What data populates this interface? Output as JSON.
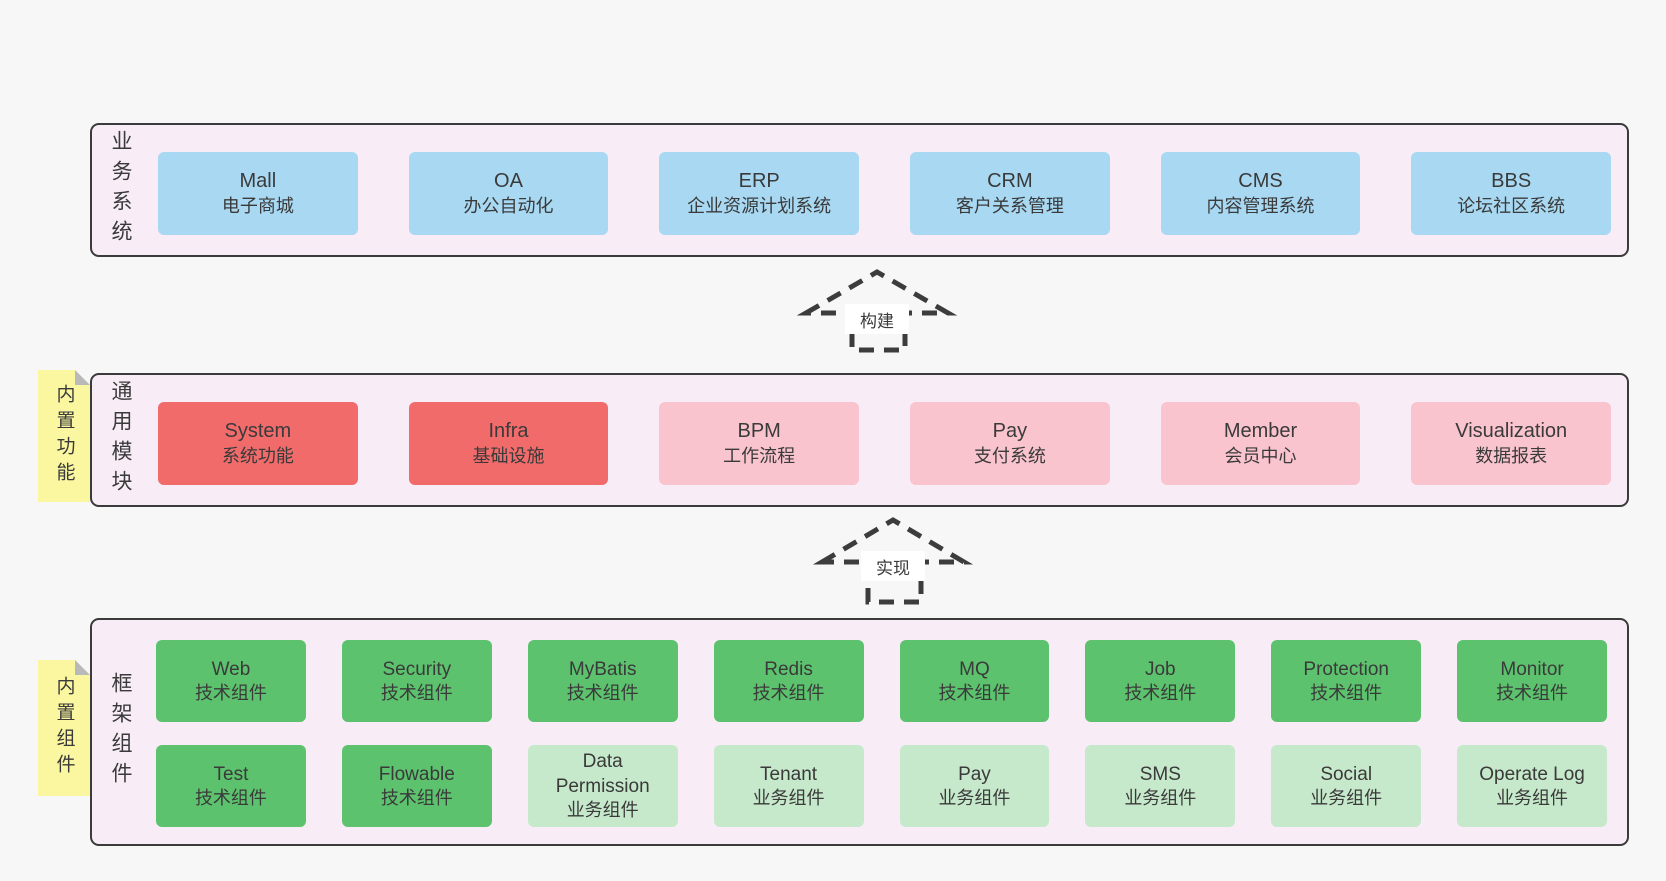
{
  "colors": {
    "page_bg": "#f7f7f7",
    "panel_bg": "#f8edf7",
    "panel_border": "#3b3b3b",
    "box_blue": "#a8d8f2",
    "box_red": "#f16b6b",
    "box_pink": "#f9c4ce",
    "box_green": "#5cc26d",
    "box_green_light": "#c6e8cb",
    "sticky_bg": "#fbf7a0",
    "sticky_fold": "#b9b9b9",
    "ink": "#3a3a3a",
    "arrow_ink": "#3c3c3c",
    "arrow_label_bg": "#ffffff"
  },
  "sections": {
    "business": {
      "side_label": "业务系统",
      "items": [
        {
          "name": "Mall",
          "desc": "电子商城"
        },
        {
          "name": "OA",
          "desc": "办公自动化"
        },
        {
          "name": "ERP",
          "desc": "企业资源计划系统"
        },
        {
          "name": "CRM",
          "desc": "客户关系管理"
        },
        {
          "name": "CMS",
          "desc": "内容管理系统"
        },
        {
          "name": "BBS",
          "desc": "论坛社区系统"
        }
      ]
    },
    "modules": {
      "side_label": "通用模块",
      "sticky_label": "内置功能",
      "items": [
        {
          "name": "System",
          "desc": "系统功能"
        },
        {
          "name": "Infra",
          "desc": "基础设施"
        },
        {
          "name": "BPM",
          "desc": "工作流程"
        },
        {
          "name": "Pay",
          "desc": "支付系统"
        },
        {
          "name": "Member",
          "desc": "会员中心"
        },
        {
          "name": "Visualization",
          "desc": "数据报表"
        }
      ]
    },
    "framework": {
      "side_label": "框架组件",
      "sticky_label": "内置组件",
      "row1": [
        {
          "name": "Web",
          "desc": "技术组件"
        },
        {
          "name": "Security",
          "desc": "技术组件"
        },
        {
          "name": "MyBatis",
          "desc": "技术组件"
        },
        {
          "name": "Redis",
          "desc": "技术组件"
        },
        {
          "name": "MQ",
          "desc": "技术组件"
        },
        {
          "name": "Job",
          "desc": "技术组件"
        },
        {
          "name": "Protection",
          "desc": "技术组件"
        },
        {
          "name": "Monitor",
          "desc": "技术组件"
        }
      ],
      "row2": [
        {
          "name": "Test",
          "desc": "技术组件"
        },
        {
          "name": "Flowable",
          "desc": "技术组件"
        },
        {
          "name": "Data Permission",
          "desc": "业务组件"
        },
        {
          "name": "Tenant",
          "desc": "业务组件"
        },
        {
          "name": "Pay",
          "desc": "业务组件"
        },
        {
          "name": "SMS",
          "desc": "业务组件"
        },
        {
          "name": "Social",
          "desc": "业务组件"
        },
        {
          "name": "Operate Log",
          "desc": "业务组件"
        }
      ]
    }
  },
  "arrows": [
    {
      "label": "构建"
    },
    {
      "label": "实现"
    }
  ]
}
